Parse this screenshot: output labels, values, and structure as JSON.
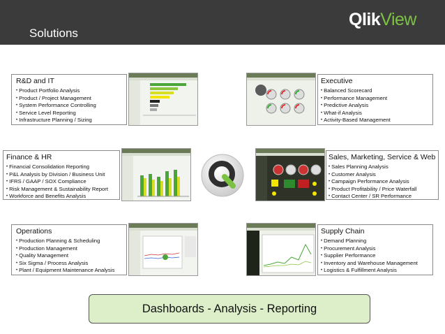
{
  "header": {
    "title": "Solutions",
    "logo_part1": "Qlik",
    "logo_part2": "View"
  },
  "sections": {
    "rd_it": {
      "title": "R&D and IT",
      "items": [
        "Product Portfolio Analysis",
        "Product / Project Management",
        "System Performance Controlling",
        "Service Level Reporting",
        "Infrastructure Planning / Sizing"
      ]
    },
    "executive": {
      "title": "Executive",
      "items": [
        "Balanced Scorecard",
        "Performance Management",
        "Predictive Analysis",
        "What-if Analysis",
        "Activity-Based Management"
      ]
    },
    "finance_hr": {
      "title": "Finance & HR",
      "items": [
        "Financial Consolidation Reporting",
        "P&L Analysis by Division / Business Unit",
        "IFRS / GAAP / SOX Compliance",
        "Risk Management & Sustainability Report",
        "Workforce and Benefits Analysis"
      ]
    },
    "sales": {
      "title": "Sales, Marketing, Service & Web",
      "items": [
        "Sales Planning Analysis",
        "Customer Analysis",
        "Campaign Performance Analysis",
        "Product Profitability / Price Waterfall",
        "Contact Center / SR Performance"
      ]
    },
    "operations": {
      "title": "Operations",
      "items": [
        "Production Planning & Scheduling",
        "Production Management",
        "Quality Management",
        "Six Sigma / Process Analysis",
        "Plant / Equipment Maintenance Analysis"
      ]
    },
    "supply_chain": {
      "title": "Supply Chain",
      "items": [
        "Demand Planning",
        "Procurement Analysis",
        "Supplier Performance",
        "Inventory and Warehouse Management",
        "Logistics & Fulfillment Analysis"
      ]
    }
  },
  "banner": {
    "text": "Dashboards - Analysis - Reporting"
  },
  "colors": {
    "header_bg": "#3b3b3b",
    "accent_green": "#7cc242",
    "banner_bg": "#dcefc9"
  },
  "icons": {
    "center": "qlikview-q-logo-icon"
  }
}
